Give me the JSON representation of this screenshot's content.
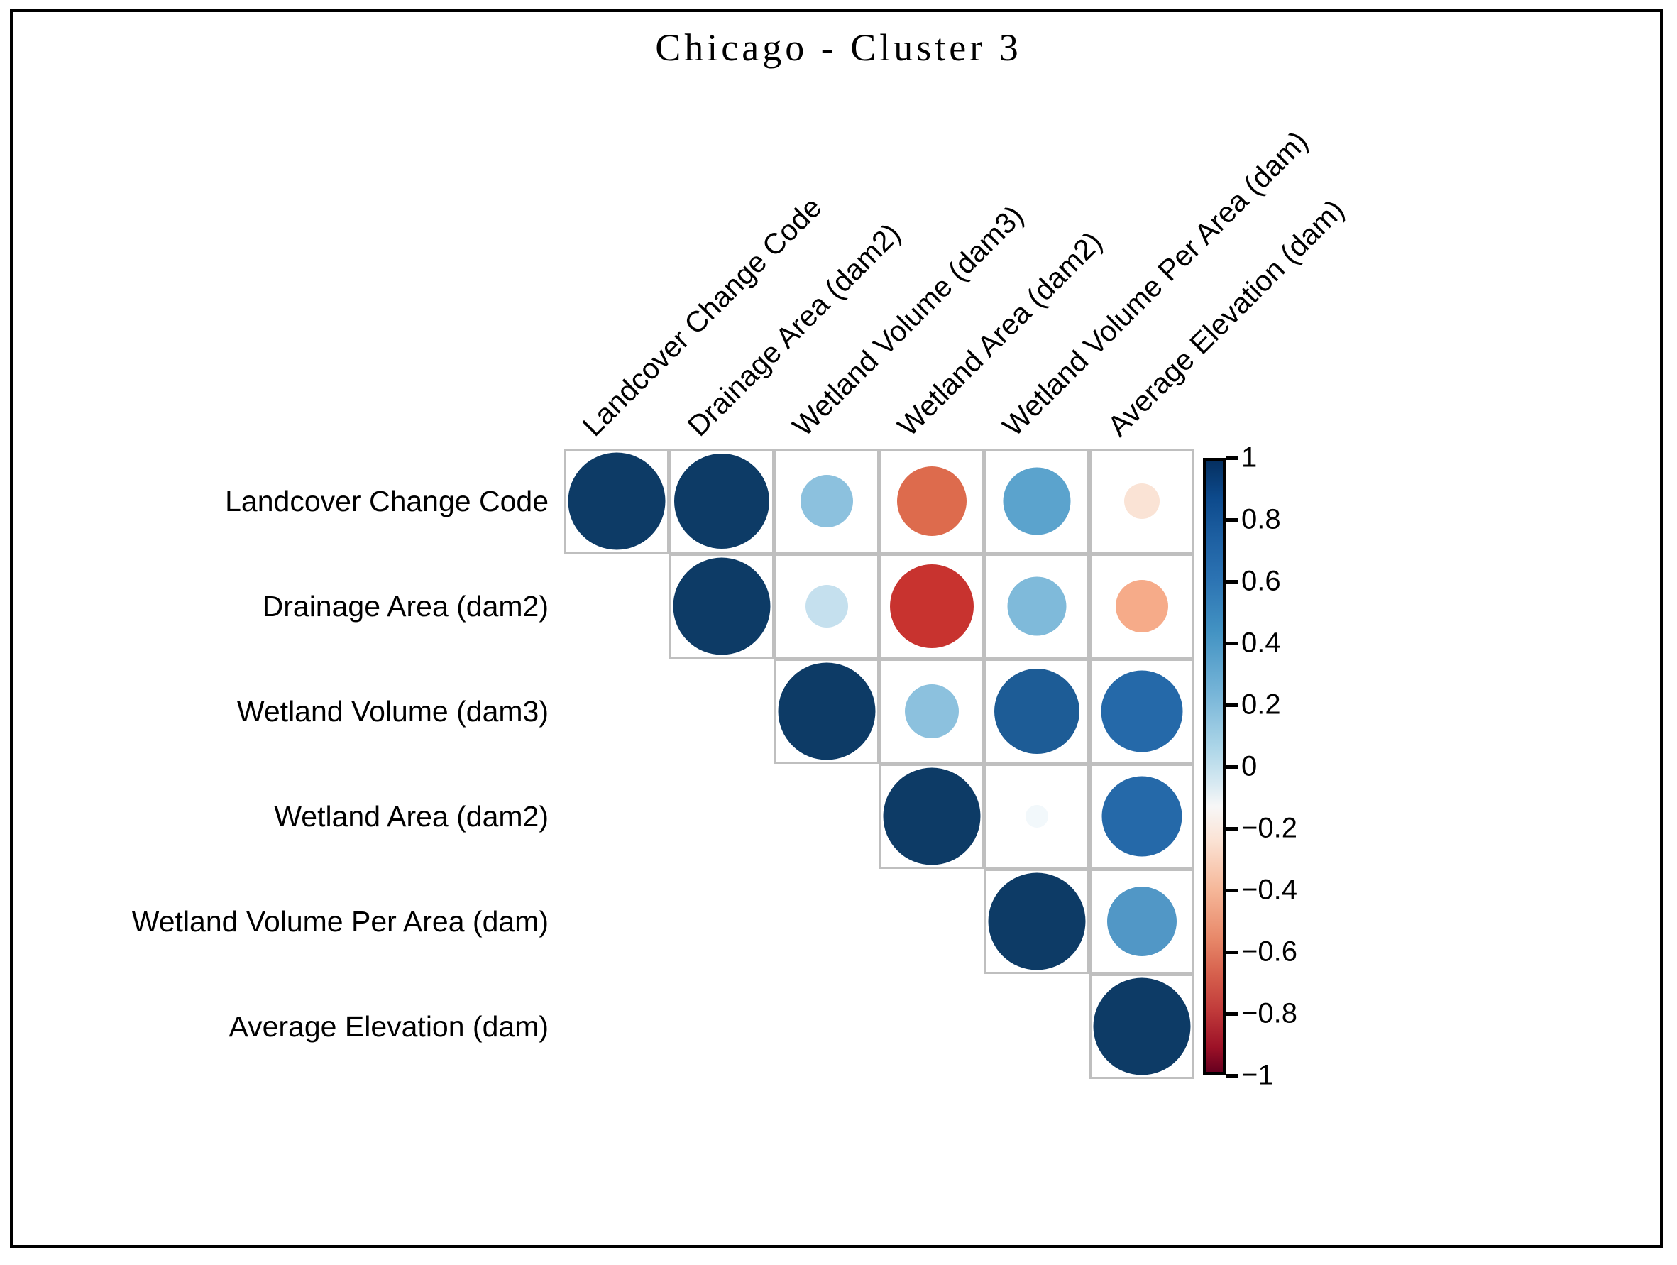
{
  "figure": {
    "title": "Chicago - Cluster 3",
    "frame_color": "#000000",
    "background": "#ffffff",
    "grid_line_color": "#bfbfbf"
  },
  "chart_data": {
    "type": "heatmap",
    "subtype": "correlation-matrix-upper-triangle-circles",
    "title": "Chicago - Cluster 3",
    "xlabel": "",
    "ylabel": "",
    "categories": [
      "Landcover Change Code",
      "Drainage Area (dam2)",
      "Wetland Volume (dam3)",
      "Wetland Area (dam2)",
      "Wetland Volume Per Area (dam)",
      "Average Elevation (dam)"
    ],
    "row_labels": [
      "Landcover Change Code",
      "Drainage Area (dam2)",
      "Wetland Volume (dam3)",
      "Wetland Area (dam2)",
      "Wetland Volume Per Area (dam)",
      "Average Elevation (dam)"
    ],
    "column_labels": [
      "Landcover Change Code",
      "Drainage Area (dam2)",
      "Wetland Volume (dam3)",
      "Wetland Area (dam2)",
      "Wetland Volume Per Area (dam)",
      "Average Elevation (dam)"
    ],
    "matrix": [
      [
        1.0,
        0.97,
        0.36,
        -0.58,
        0.55,
        -0.07
      ],
      [
        null,
        1.0,
        0.2,
        -0.78,
        0.44,
        -0.36
      ],
      [
        null,
        null,
        1.0,
        0.38,
        0.8,
        0.74
      ],
      [
        null,
        null,
        null,
        1.0,
        0.03,
        0.72
      ],
      [
        null,
        null,
        null,
        null,
        1.0,
        0.58
      ],
      [
        null,
        null,
        null,
        null,
        null,
        1.0
      ]
    ],
    "encoding": {
      "marker": "circle",
      "radius_maps_to": "abs(correlation)",
      "color_maps_to": "correlation",
      "colormap": "RdBu",
      "colorbar_range": [
        -1,
        1
      ]
    },
    "grid": true,
    "legend_position": "right"
  },
  "colorbar": {
    "min": -1,
    "max": 1,
    "ticks": [
      "1",
      "0.8",
      "0.6",
      "0.4",
      "0.2",
      "0",
      "−0.2",
      "−0.4",
      "−0.6",
      "−0.8",
      "−1"
    ],
    "tick_values": [
      1,
      0.8,
      0.6,
      0.4,
      0.2,
      0,
      -0.2,
      -0.4,
      -0.6,
      -0.8,
      -1
    ],
    "top_color": "#053061",
    "mid_color": "#f7f7f7",
    "bottom_color": "#67001f"
  },
  "cells": [
    {
      "r": 0,
      "c": 0,
      "value": 1.0,
      "color": "#0d3b66",
      "d": 137
    },
    {
      "r": 0,
      "c": 1,
      "value": 0.97,
      "color": "#0d3b66",
      "d": 134
    },
    {
      "r": 0,
      "c": 2,
      "value": 0.36,
      "color": "#8cc1de",
      "d": 74
    },
    {
      "r": 0,
      "c": 3,
      "value": -0.58,
      "color": "#dd6b4d",
      "d": 98
    },
    {
      "r": 0,
      "c": 4,
      "value": 0.55,
      "color": "#5ba3cd",
      "d": 95
    },
    {
      "r": 0,
      "c": 5,
      "value": -0.07,
      "color": "#fae3d5",
      "d": 50
    },
    {
      "r": 1,
      "c": 1,
      "value": 1.0,
      "color": "#0d3b66",
      "d": 137
    },
    {
      "r": 1,
      "c": 2,
      "value": 0.2,
      "color": "#c5e0ee",
      "d": 60
    },
    {
      "r": 1,
      "c": 3,
      "value": -0.78,
      "color": "#c8332f",
      "d": 118
    },
    {
      "r": 1,
      "c": 4,
      "value": 0.44,
      "color": "#7fbada",
      "d": 83
    },
    {
      "r": 1,
      "c": 5,
      "value": -0.36,
      "color": "#f6ab89",
      "d": 74
    },
    {
      "r": 2,
      "c": 2,
      "value": 1.0,
      "color": "#0d3b66",
      "d": 137
    },
    {
      "r": 2,
      "c": 3,
      "value": 0.38,
      "color": "#8cc1de",
      "d": 76
    },
    {
      "r": 2,
      "c": 4,
      "value": 0.8,
      "color": "#1d5c96",
      "d": 120
    },
    {
      "r": 2,
      "c": 5,
      "value": 0.74,
      "color": "#2569a9",
      "d": 115
    },
    {
      "r": 3,
      "c": 3,
      "value": 1.0,
      "color": "#0d3b66",
      "d": 137
    },
    {
      "r": 3,
      "c": 4,
      "value": 0.03,
      "color": "#f2f8fb",
      "d": 32
    },
    {
      "r": 3,
      "c": 5,
      "value": 0.72,
      "color": "#2569a9",
      "d": 113
    },
    {
      "r": 4,
      "c": 4,
      "value": 1.0,
      "color": "#0d3b66",
      "d": 137
    },
    {
      "r": 4,
      "c": 5,
      "value": 0.58,
      "color": "#5197c6",
      "d": 98
    },
    {
      "r": 5,
      "c": 5,
      "value": 1.0,
      "color": "#0d3b66",
      "d": 137
    }
  ]
}
